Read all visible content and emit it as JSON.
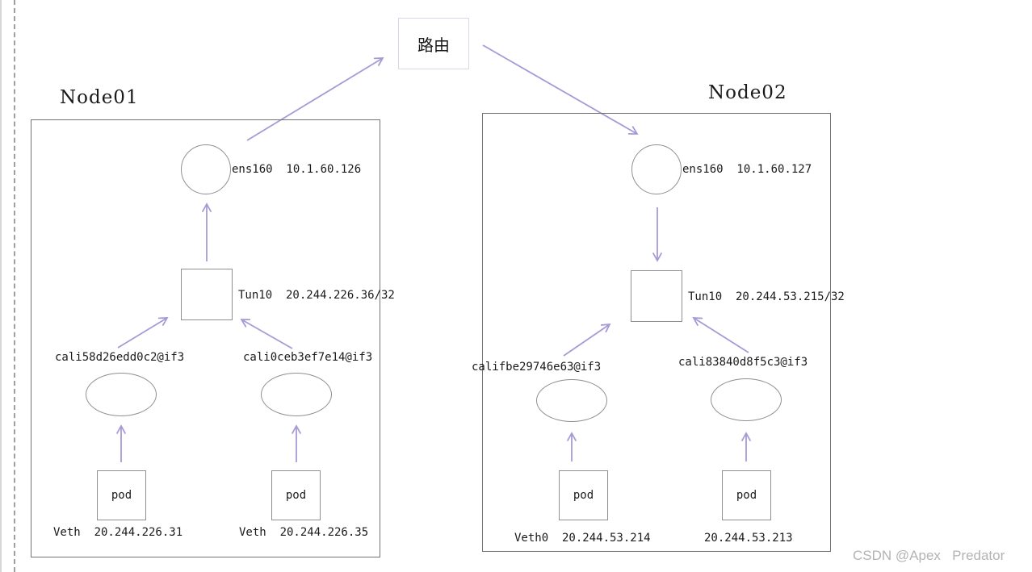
{
  "colors": {
    "arrow": "#a79ad6",
    "node_border": "#737373",
    "shape_border": "#8f8f8f",
    "router_border": "#ddd6eb",
    "guide_solid": "#d6d6d6",
    "guide_dashed": "#9f9f9f",
    "watermark": "#b3b3b3",
    "text": "#1a1a1a"
  },
  "router": {
    "label": "路由"
  },
  "watermark": {
    "text": "CSDN @Apex   Predator"
  },
  "node01": {
    "title": "Node01",
    "eth_label": "ens160  10.1.60.126",
    "tunnel_label": "Tun10  20.244.226.36/32",
    "cali_left": "cali58d26edd0c2@if3",
    "cali_right": "cali0ceb3ef7e14@if3",
    "pod_left": {
      "label": "pod",
      "veth": "Veth  20.244.226.31"
    },
    "pod_right": {
      "label": "pod",
      "veth": "Veth  20.244.226.35"
    }
  },
  "node02": {
    "title": "Node02",
    "eth_label": "ens160  10.1.60.127",
    "tunnel_label": "Tun10  20.244.53.215/32",
    "cali_left": "califbe29746e63@if3",
    "cali_right": "cali83840d8f5c3@if3",
    "pod_left": {
      "label": "pod",
      "veth": "Veth0  20.244.53.214"
    },
    "pod_right": {
      "label": "pod",
      "veth": "20.244.53.213"
    }
  }
}
